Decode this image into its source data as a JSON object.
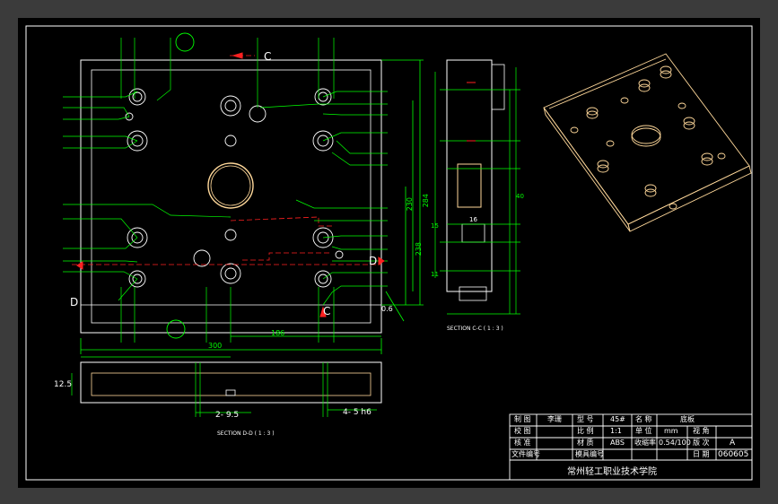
{
  "colors": {
    "background": "#000000",
    "outline": "#ffffff",
    "dim": "#00ff00",
    "hidden": "#ffff00",
    "center": "#ff2020",
    "part": "#ffd89a"
  },
  "views": {
    "front": {
      "dims": {
        "width_total": "300",
        "width_partial": "186",
        "height_total": "284",
        "height_inner": "238",
        "height_partial": "230",
        "corner": "0.6"
      }
    },
    "section_dd": {
      "caption": "SECTION D-D ( 1 : 3 )",
      "dims": {
        "thickness": "12.5",
        "holes_a": "2- 9.5",
        "holes_b": "4- 5 h6"
      }
    },
    "section_cc": {
      "caption": "SECTION C-C ( 1 : 3 )",
      "dims": {
        "a": "16",
        "b": "40",
        "c": "15",
        "d": "11"
      }
    }
  },
  "section_marks": {
    "c_top": "C",
    "c_bottom": "C",
    "d_left": "D",
    "d_right": "D"
  },
  "title_block": {
    "r1": {
      "c1": "制 图",
      "c2": "李珊",
      "c3": "型 号",
      "c4": "45#",
      "c5": "名 称",
      "c6": "底板"
    },
    "r2": {
      "c1": "校 图",
      "c3": "比 例",
      "c4": "1:1",
      "c5": "单 位",
      "c6": "mm",
      "c7": "视 角"
    },
    "r3": {
      "c1": "核 准",
      "c3": "材 质",
      "c4": "ABS",
      "c5": "收缩率",
      "c6": "0.54/100",
      "c7": "版 次",
      "c8": "A"
    },
    "r4": {
      "c1": "文件编号",
      "c3": "模具编号",
      "c5": "日 期",
      "c8": "060605"
    },
    "school": "常州轻工职业技术学院"
  }
}
